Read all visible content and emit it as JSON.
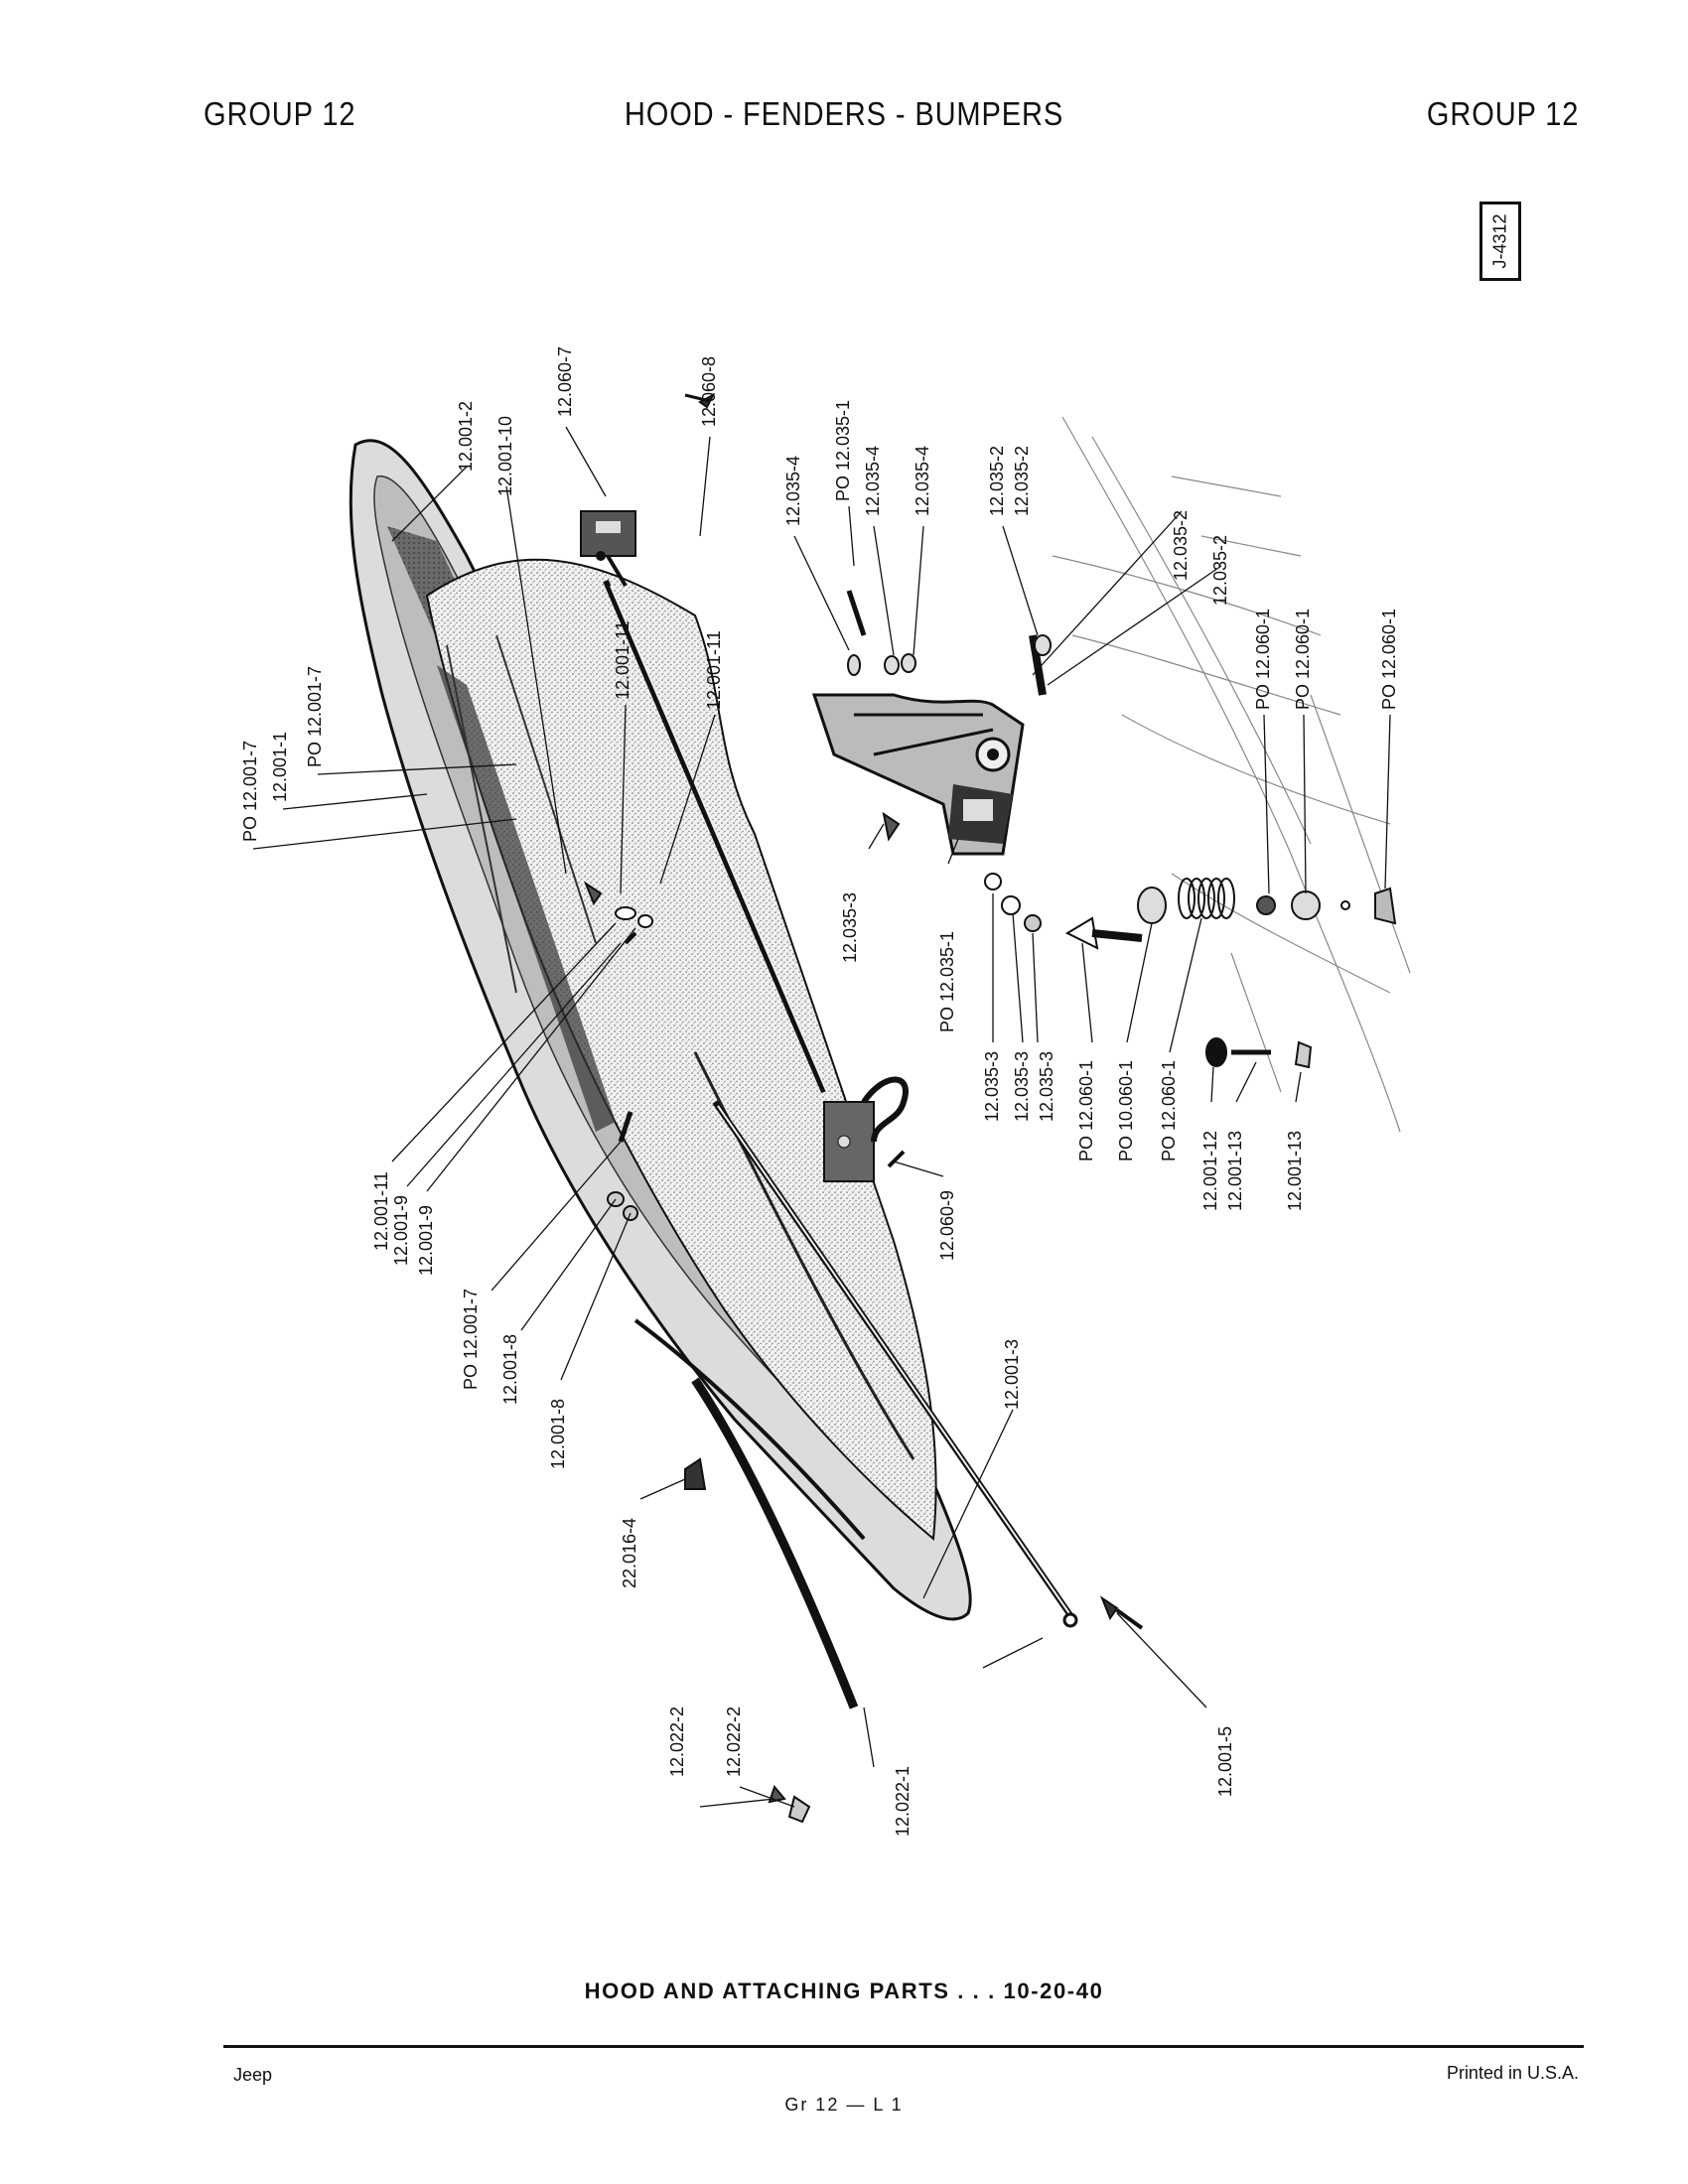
{
  "header": {
    "group_left": "GROUP 12",
    "title": "HOOD - FENDERS - BUMPERS",
    "group_right": "GROUP 12"
  },
  "plate_id": "J-4312",
  "callouts": [
    {
      "text": "PO 12.001-7"
    },
    {
      "text": "12.001-1"
    },
    {
      "text": "PO 12.001-7"
    },
    {
      "text": "12.001-2"
    },
    {
      "text": "12.001-10"
    },
    {
      "text": "12.060-7"
    },
    {
      "text": "12.060-8"
    },
    {
      "text": "12.001-11"
    },
    {
      "text": "12.001-11"
    },
    {
      "text": "12.035-4"
    },
    {
      "text": "PO 12.035-1"
    },
    {
      "text": "12.035-4"
    },
    {
      "text": "12.035-4"
    },
    {
      "text": "12.035-2"
    },
    {
      "text": "12.035-2"
    },
    {
      "text": "12.035-2"
    },
    {
      "text": "12.035-2"
    },
    {
      "text": "PO 12.060-1"
    },
    {
      "text": "PO 12.060-1"
    },
    {
      "text": "PO 12.060-1"
    },
    {
      "text": "12.035-3"
    },
    {
      "text": "PO 12.035-1"
    },
    {
      "text": "12.035-3"
    },
    {
      "text": "12.035-3"
    },
    {
      "text": "12.035-3"
    },
    {
      "text": "PO 12.060-1"
    },
    {
      "text": "PO 10.060-1"
    },
    {
      "text": "PO 12.060-1"
    },
    {
      "text": "12.001-12"
    },
    {
      "text": "12.001-13"
    },
    {
      "text": "12.001-13"
    },
    {
      "text": "12.001-11"
    },
    {
      "text": "12.001-9"
    },
    {
      "text": "12.001-9"
    },
    {
      "text": "PO 12.001-7"
    },
    {
      "text": "12.001-8"
    },
    {
      "text": "12.001-8"
    },
    {
      "text": "12.060-9"
    },
    {
      "text": "12.001-3"
    },
    {
      "text": "22.016-4"
    },
    {
      "text": "12.022-2"
    },
    {
      "text": "12.022-2"
    },
    {
      "text": "12.022-1"
    },
    {
      "text": "12.001-5"
    }
  ],
  "caption": "HOOD AND ATTACHING PARTS . . . 10-20-40",
  "footer": {
    "left": "Jeep",
    "center": "Gr 12 — L 1",
    "right": "Printed in U.S.A."
  }
}
